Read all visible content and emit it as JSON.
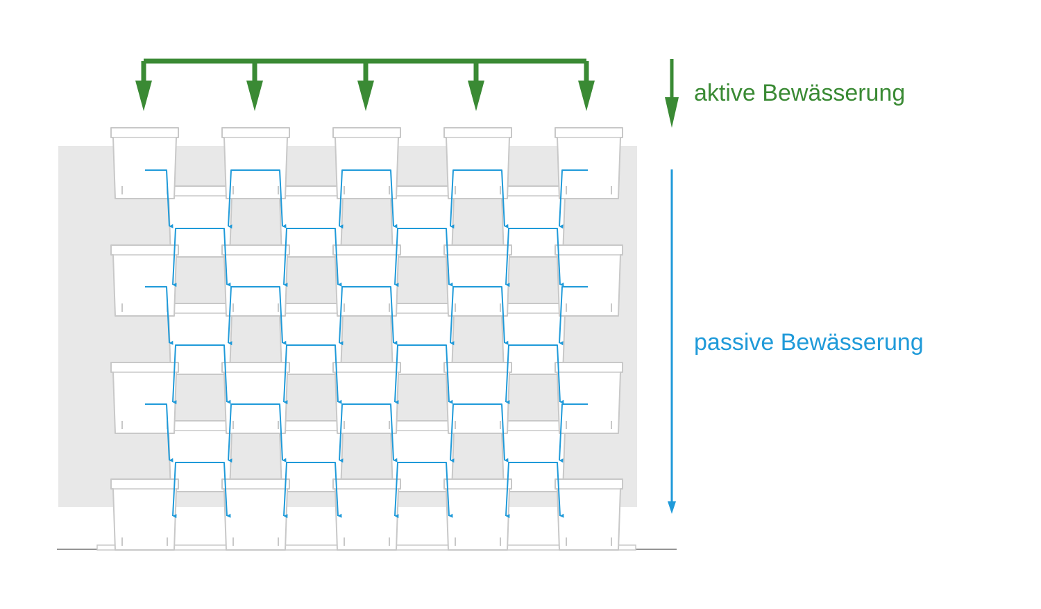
{
  "labels": {
    "active": "aktive Bewässerung",
    "passive": "passive Bewässerung"
  },
  "colors": {
    "active": "#3a8a34",
    "passive": "#1f9ad9",
    "pot_stroke": "#c8c8c8",
    "wall_panel": "#e8e8e8",
    "ground_line": "#707070"
  },
  "structure": {
    "feed_outlets": 5,
    "columns": 5,
    "front_pot_rows": 4,
    "back_pot_rows": 4
  }
}
